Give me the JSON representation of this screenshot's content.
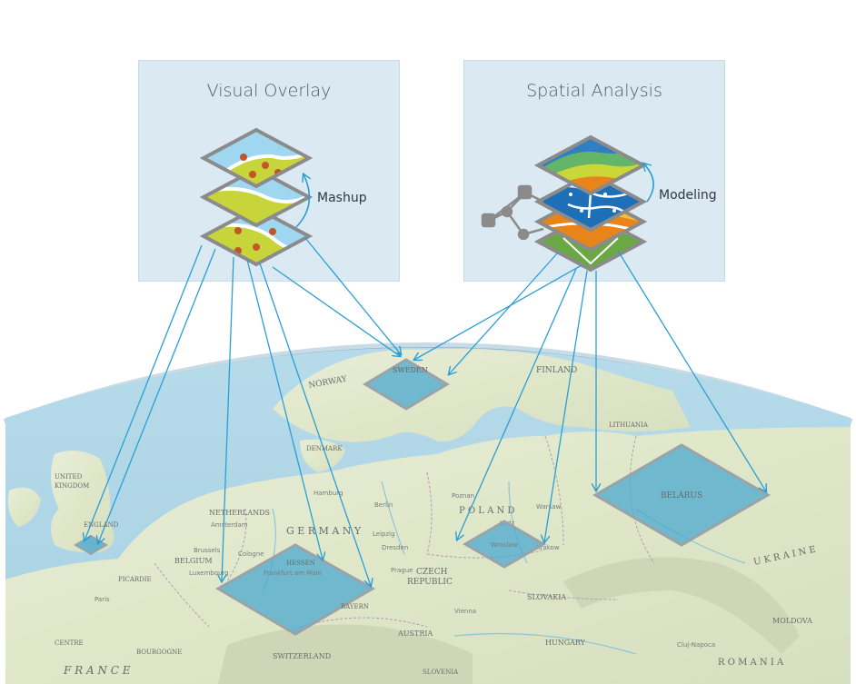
{
  "panels": {
    "visual_overlay": {
      "title": "Visual Overlay",
      "side_label": "Mashup"
    },
    "spatial_analysis": {
      "title": "Spatial Analysis",
      "side_label": "Modeling"
    }
  },
  "map_labels": {
    "norway": "NORWAY",
    "sweden": "SWEDEN",
    "finland": "FINLAND",
    "denmark": "DENMARK",
    "united_kingdom_1": "UNITED",
    "united_kingdom_2": "KINGDOM",
    "england": "ENGLAND",
    "netherlands": "NETHERLANDS",
    "amsterdam": "Amsterdam",
    "belgium": "BELGIUM",
    "brussels": "Brussels",
    "cologne": "Cologne",
    "luxembourg": "Luxembourg",
    "germany": "G E R M A N Y",
    "hamburg": "Hamburg",
    "berlin": "Berlin",
    "leipzig": "Leipzig",
    "dresden": "Dresden",
    "frankfurt": "Frankfurt am Main",
    "hessen": "HESSEN",
    "bayern": "BAYERN",
    "prague": "Prague",
    "czech_1": "CZECH",
    "czech_2": "REPUBLIC",
    "poland": "P O L A N D",
    "lodz": "Lodz",
    "krakow": "Krakow",
    "wroclaw": "Wroclaw",
    "lithuania": "LITHUANIA",
    "belarus": "BELARUS",
    "ukraine": "U K R A I N E",
    "slovakia": "SLOVAKIA",
    "hungary": "HUNGARY",
    "austria": "AUSTRIA",
    "switzerland": "SWITZERLAND",
    "slovenia": "SLOVENIA",
    "france": "F R A N C E",
    "paris": "Paris",
    "picardie": "PICARDIE",
    "bourgogne": "BOURGOGNE",
    "centre": "CENTRE",
    "romania": "R O M A N I A",
    "moldova": "MOLDOVA",
    "cluj": "Cluj-Napoca",
    "warsaw": "Warsaw",
    "poznan": "Poznan",
    "vienna": "Vienna"
  },
  "colors": {
    "panel_bg": "#dbe9f2",
    "arrow": "#2a9fd6",
    "highlight_fill": "#4aa8cf",
    "highlight_stroke": "#9aa3a8"
  }
}
